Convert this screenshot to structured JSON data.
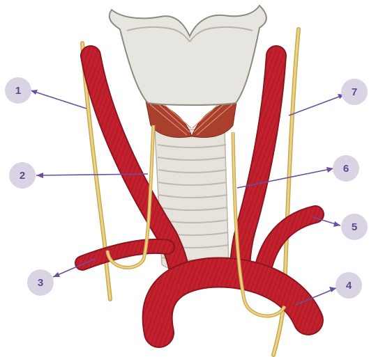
{
  "labels": [
    {
      "id": "1",
      "text": "1"
    },
    {
      "id": "2",
      "text": "2"
    },
    {
      "id": "3",
      "text": "3"
    },
    {
      "id": "4",
      "text": "4"
    },
    {
      "id": "5",
      "text": "5"
    },
    {
      "id": "6",
      "text": "6"
    },
    {
      "id": "7",
      "text": "7"
    }
  ],
  "colors": {
    "artery": "#c2202d",
    "artery_dark": "#8e1420",
    "nerve": "#e6c46a",
    "cartilage": "#e4e2dc",
    "trachea_ring": "#dcd9d1",
    "muscle": "#a33a2a",
    "leader": "#6a4fa0",
    "badge": "#dcd6e6"
  }
}
